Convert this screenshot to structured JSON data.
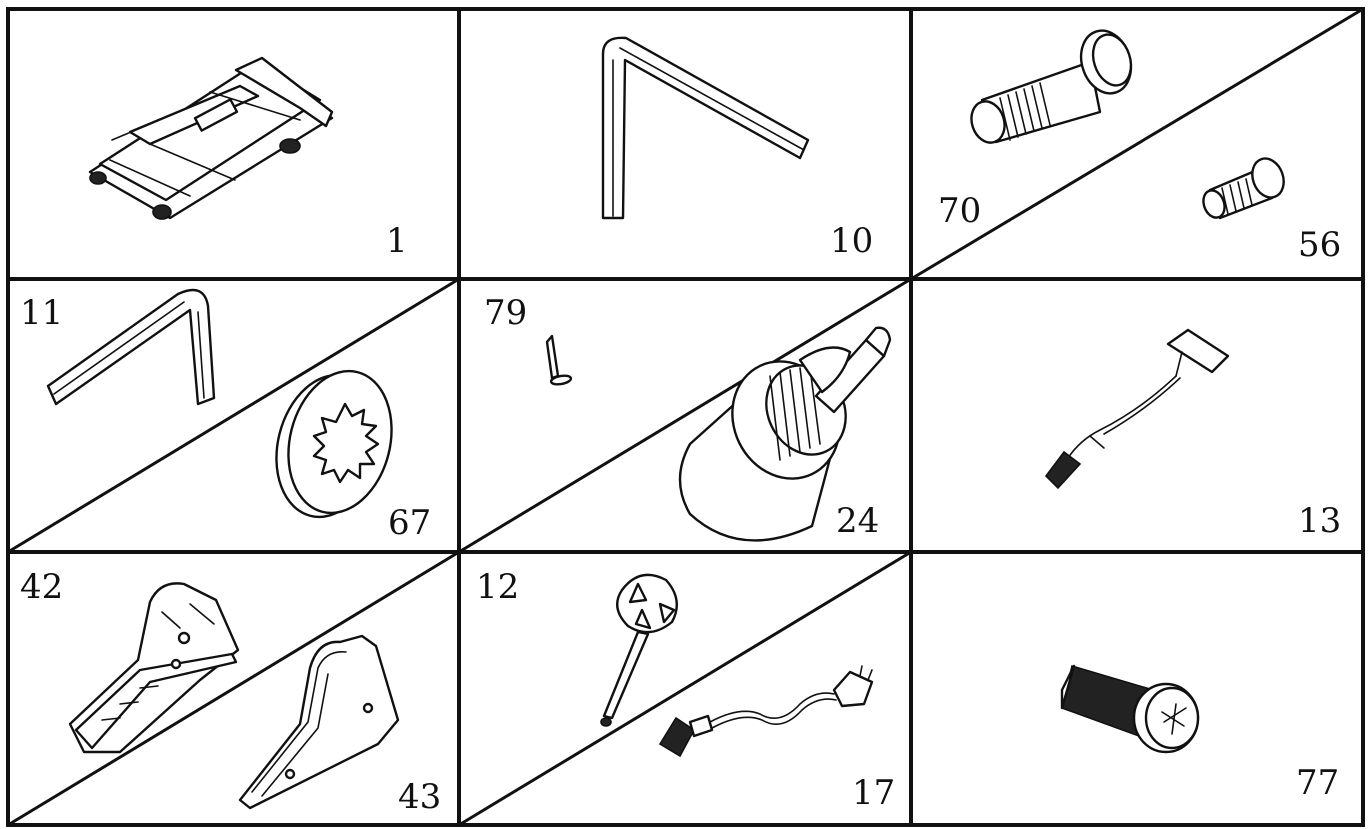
{
  "cells": [
    {
      "parts": [
        "1"
      ]
    },
    {
      "parts": [
        "10"
      ]
    },
    {
      "parts": [
        "70",
        "56"
      ]
    },
    {
      "parts": [
        "11",
        "67"
      ]
    },
    {
      "parts": [
        "79",
        "24"
      ]
    },
    {
      "parts": [
        "13"
      ]
    },
    {
      "parts": [
        "42",
        "43"
      ]
    },
    {
      "parts": [
        "12",
        "17"
      ]
    },
    {
      "parts": [
        "77"
      ]
    }
  ],
  "parts": {
    "p1": "treadmill-main-frame",
    "p10": "allen-key-large",
    "p70": "bolt-long",
    "p56": "bolt-short",
    "p11": "allen-key-small",
    "p67": "star-lock-washer",
    "p79": "screw-small",
    "p24": "lubricant-bottle",
    "p13": "safety-key",
    "p42": "side-cover-left",
    "p43": "side-cover-right",
    "p12": "multi-wrench",
    "p17": "power-cord",
    "p77": "phillips-screw"
  },
  "colors": {
    "line": "#111111",
    "background": "#ffffff"
  }
}
